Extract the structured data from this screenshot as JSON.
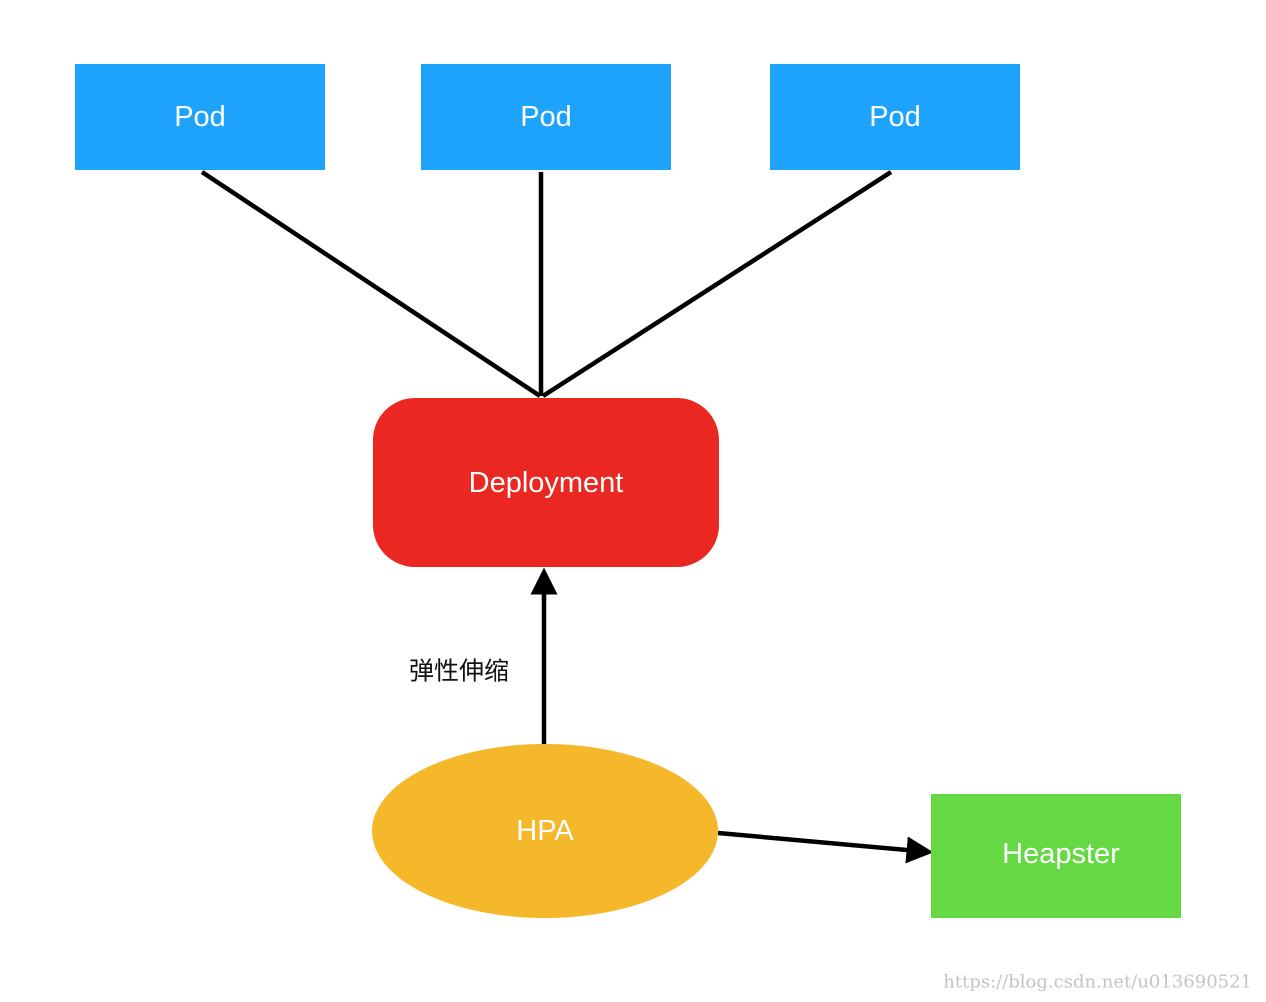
{
  "colors": {
    "pod": "#1ea3fc",
    "deployment": "#ea2720",
    "hpa": "#f6b82b",
    "heapster": "#65d844",
    "edge": "#000000",
    "label_text": "#ffffff",
    "watermark": "#c4c4c4"
  },
  "nodes": {
    "pod_1": {
      "label": "Pod"
    },
    "pod_2": {
      "label": "Pod"
    },
    "pod_3": {
      "label": "Pod"
    },
    "deployment": {
      "label": "Deployment"
    },
    "hpa": {
      "label": "HPA"
    },
    "heapster": {
      "label": "Heapster"
    }
  },
  "edges": {
    "pod_1_deployment": {
      "from": "pod_1",
      "to": "deployment",
      "arrow": false
    },
    "pod_2_deployment": {
      "from": "pod_2",
      "to": "deployment",
      "arrow": false
    },
    "pod_3_deployment": {
      "from": "pod_3",
      "to": "deployment",
      "arrow": false
    },
    "hpa_deployment": {
      "from": "hpa",
      "to": "deployment",
      "arrow": true,
      "label": "弹性伸缩"
    },
    "hpa_heapster": {
      "from": "hpa",
      "to": "heapster",
      "arrow": true
    }
  },
  "watermark": "https://blog.csdn.net/u013690521"
}
